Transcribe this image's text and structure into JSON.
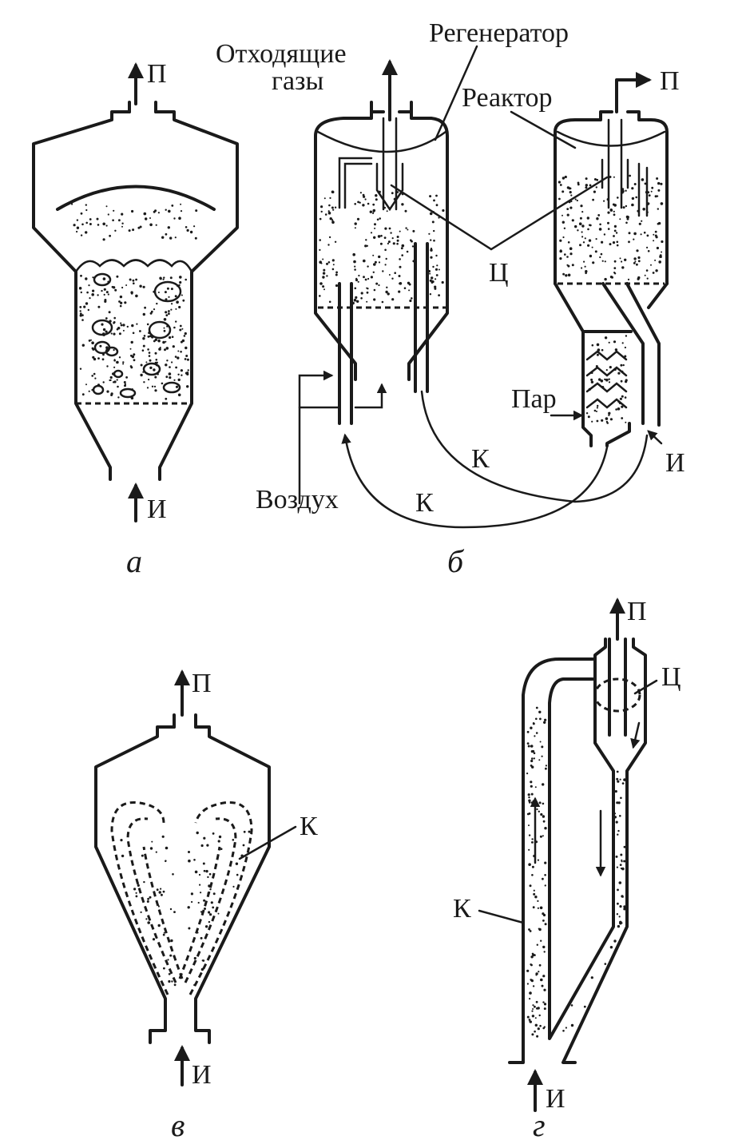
{
  "diagrams": {
    "a": {
      "caption": "а",
      "label_product": "П",
      "label_input": "И"
    },
    "b": {
      "caption": "б",
      "label_offgas": "Отходящие\nгазы",
      "label_regenerator": "Регенератор",
      "label_reactor": "Реактор",
      "label_product": "П",
      "label_cyclone": "Ц",
      "label_steam": "Пар",
      "label_air": "Воздух",
      "label_catalyst_1": "К",
      "label_catalyst_2": "К",
      "label_input": "И"
    },
    "v": {
      "caption": "в",
      "label_product": "П",
      "label_catalyst": "К",
      "label_input": "И"
    },
    "g": {
      "caption": "г",
      "label_product": "П",
      "label_cyclone": "Ц",
      "label_catalyst": "К",
      "label_input": "И"
    }
  }
}
